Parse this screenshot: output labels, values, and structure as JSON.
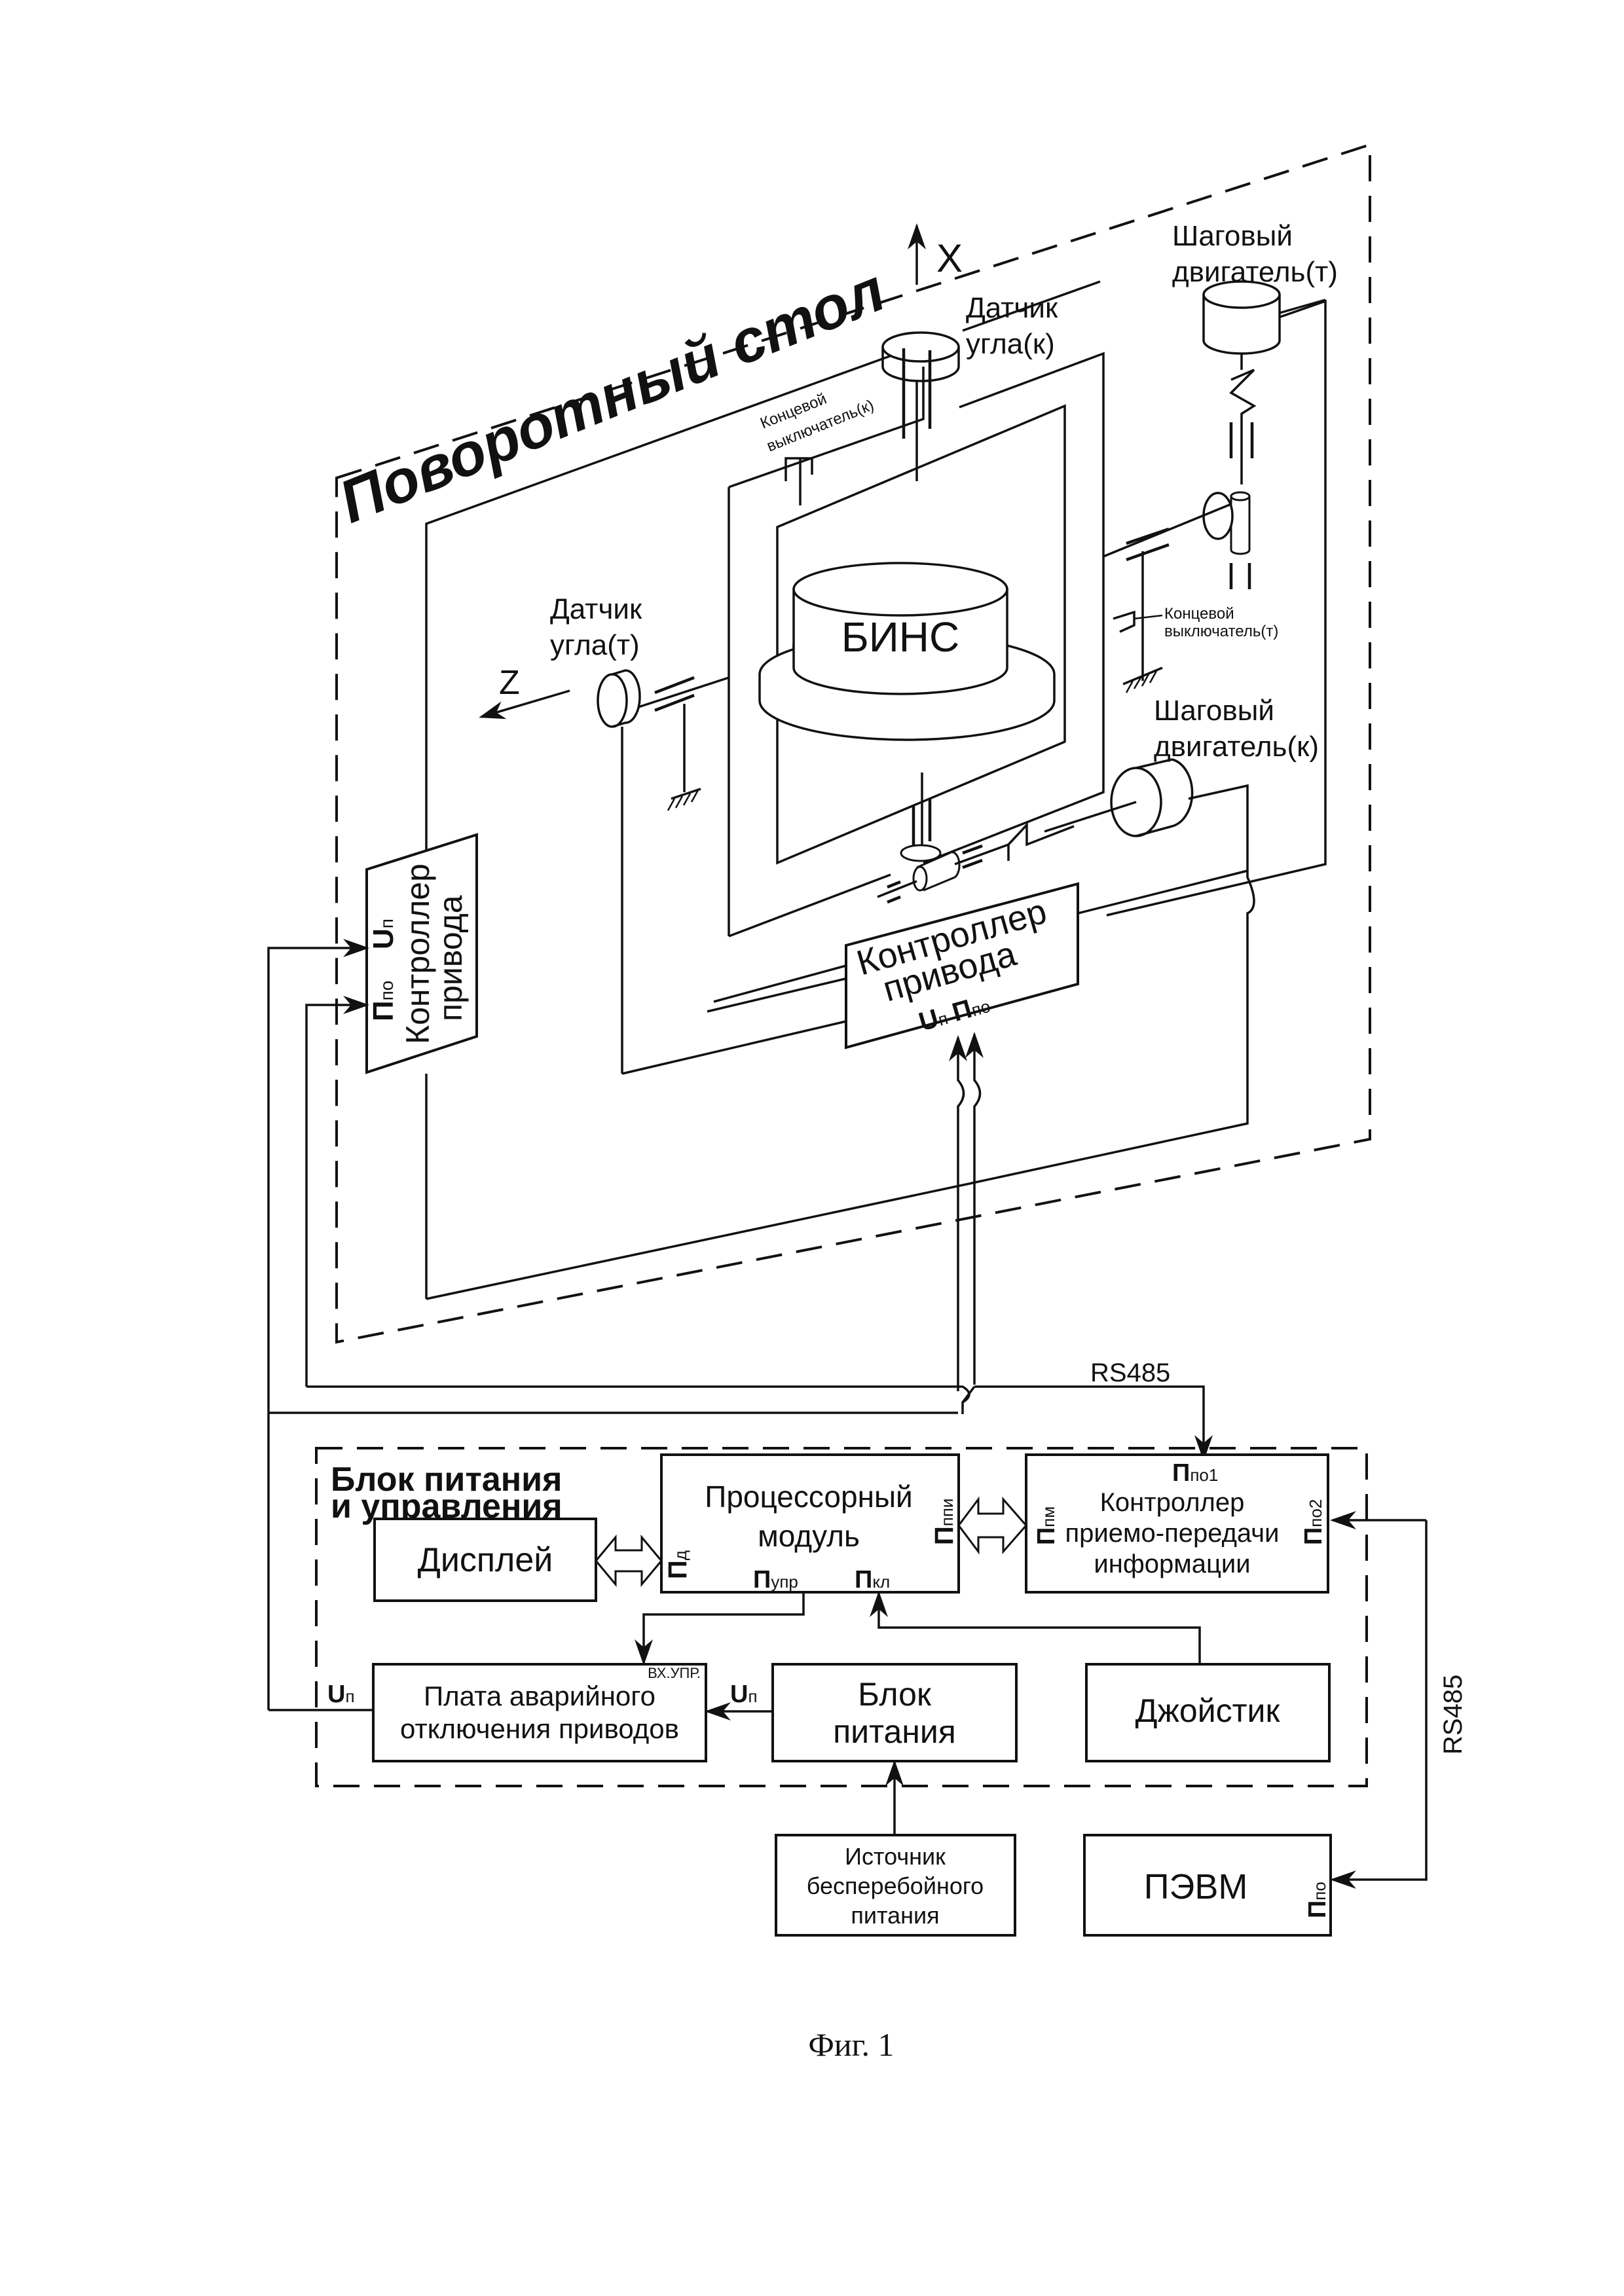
{
  "figure_caption": "Фиг. 1",
  "turntable": {
    "title": "Поворотный стол",
    "axis_x": "X",
    "axis_z": "Z",
    "bins": "БИНС",
    "angle_sensor_k": [
      "Датчик",
      "угла(к)"
    ],
    "angle_sensor_t": [
      "Датчик",
      "угла(т)"
    ],
    "stepper_t": [
      "Шаговый",
      "двигатель(т)"
    ],
    "stepper_k": [
      "Шаговый",
      "двигатель(к)"
    ],
    "limit_switch_k": [
      "Концевой",
      "выключатель(к)"
    ],
    "limit_switch_t": [
      "Концевой",
      "выключатель(т)"
    ],
    "drive_controller_left": {
      "title": [
        "Контроллер",
        "привода"
      ],
      "ports": {
        "power": "U",
        "power_sub": "п",
        "data": "П",
        "data_sub": "по"
      }
    },
    "drive_controller_right": {
      "title": [
        "Контроллер",
        "привода"
      ],
      "ports": {
        "power": "U",
        "power_sub": "п",
        "data": "П",
        "data_sub": "по"
      }
    }
  },
  "control_unit": {
    "title": [
      "Блок питания",
      "и управления"
    ],
    "display": "Дисплей",
    "processor": {
      "title": [
        "Процессорный",
        "модуль"
      ],
      "port_d": {
        "main": "П",
        "sub": "д"
      },
      "port_upr": {
        "main": "П",
        "sub": "упр"
      },
      "port_kl": {
        "main": "П",
        "sub": "кл"
      },
      "port_ppi": {
        "main": "П",
        "sub": "ппи"
      }
    },
    "comm_controller": {
      "title": [
        "Контроллер",
        "приемо-передачи",
        "информации"
      ],
      "port_po1": {
        "main": "П",
        "sub": "по1"
      },
      "port_pm": {
        "main": "П",
        "sub": "пм"
      },
      "port_po2": {
        "main": "П",
        "sub": "по2"
      }
    },
    "emergency_board": {
      "title": [
        "Плата аварийного",
        "отключения приводов"
      ],
      "input_label": "ВХ.УПР.",
      "port_left": {
        "main": "U",
        "sub": "п"
      }
    },
    "power_block": {
      "title": [
        "Блок",
        "питания"
      ],
      "port_out": {
        "main": "U",
        "sub": "п"
      }
    },
    "joystick": "Джойстик"
  },
  "ups": [
    "Источник",
    "бесперебойного",
    "питания"
  ],
  "pc": {
    "title": "ПЭВМ",
    "port": {
      "main": "П",
      "sub": "по"
    }
  },
  "links": {
    "rs485_top": "RS485",
    "rs485_right": "RS485"
  }
}
